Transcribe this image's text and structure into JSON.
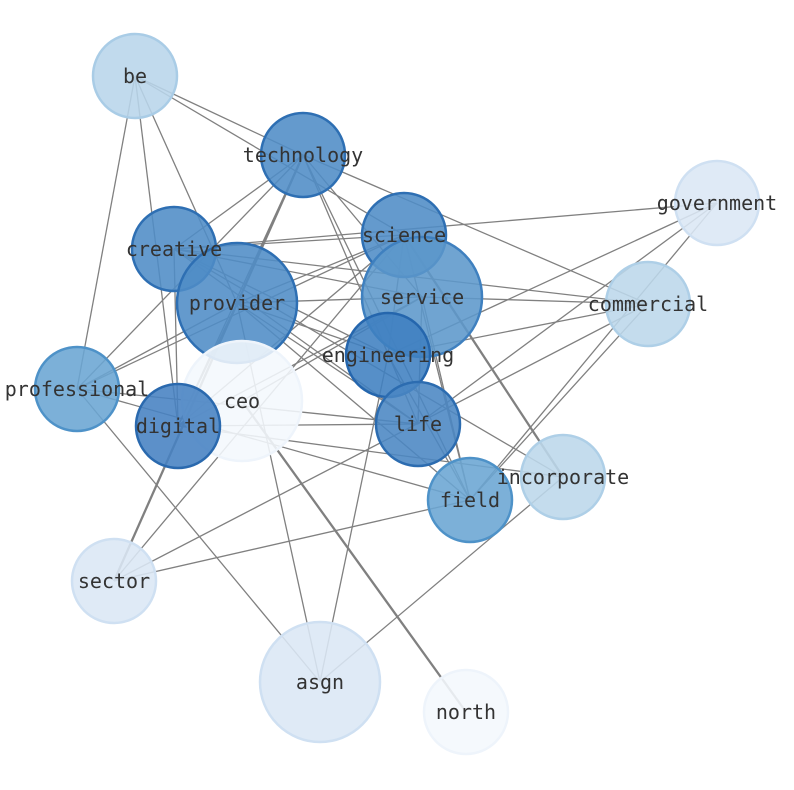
{
  "nodes": [
    {
      "id": "be",
      "label": "be",
      "fill": "#b8d5ea",
      "stroke": "#a9cce6"
    },
    {
      "id": "technology",
      "label": "technology",
      "fill": "#4f8cc6",
      "stroke": "#2e6fb3"
    },
    {
      "id": "government",
      "label": "government",
      "fill": "#dbe7f5",
      "stroke": "#cfe0f2"
    },
    {
      "id": "science",
      "label": "science",
      "fill": "#4f8cc6",
      "stroke": "#2e6fb3"
    },
    {
      "id": "creative",
      "label": "creative",
      "fill": "#4f8cc6",
      "stroke": "#2e6fb3"
    },
    {
      "id": "service",
      "label": "service",
      "fill": "#5c97cb",
      "stroke": "#3f80bf"
    },
    {
      "id": "provider",
      "label": "provider",
      "fill": "#4f8cc6",
      "stroke": "#2e6fb3"
    },
    {
      "id": "commercial",
      "label": "commercial",
      "fill": "#bcd7eb",
      "stroke": "#aecfe7"
    },
    {
      "id": "engineering",
      "label": "engineering",
      "fill": "#3f7fc0",
      "stroke": "#2566ad"
    },
    {
      "id": "professional",
      "label": "professional",
      "fill": "#6aa5d3",
      "stroke": "#4e92c8"
    },
    {
      "id": "ceo",
      "label": "ceo",
      "fill": "#f4f8fd",
      "stroke": "#eef4fb"
    },
    {
      "id": "digital",
      "label": "digital",
      "fill": "#4581c1",
      "stroke": "#2a69ae"
    },
    {
      "id": "life",
      "label": "life",
      "fill": "#4a86c3",
      "stroke": "#2c6cb0"
    },
    {
      "id": "incorporate",
      "label": "incorporate",
      "fill": "#bcd7eb",
      "stroke": "#aecfe7"
    },
    {
      "id": "field",
      "label": "field",
      "fill": "#6aa5d3",
      "stroke": "#4e92c8"
    },
    {
      "id": "sector",
      "label": "sector",
      "fill": "#dbe7f5",
      "stroke": "#cfe0f2"
    },
    {
      "id": "asgn",
      "label": "asgn",
      "fill": "#dbe7f5",
      "stroke": "#cfe0f2"
    },
    {
      "id": "north",
      "label": "north",
      "fill": "#f4f8fd",
      "stroke": "#eef4fb"
    }
  ],
  "edges": [
    [
      "be",
      "technology"
    ],
    [
      "be",
      "science"
    ],
    [
      "be",
      "digital"
    ],
    [
      "be",
      "professional"
    ],
    [
      "be",
      "provider"
    ],
    [
      "technology",
      "creative"
    ],
    [
      "technology",
      "professional"
    ],
    [
      "technology",
      "digital"
    ],
    [
      "technology",
      "service"
    ],
    [
      "technology",
      "life"
    ],
    [
      "technology",
      "field"
    ],
    [
      "technology",
      "commercial"
    ],
    [
      "technology",
      "sector"
    ],
    [
      "science",
      "provider"
    ],
    [
      "science",
      "creative"
    ],
    [
      "science",
      "sector"
    ],
    [
      "science",
      "digital"
    ],
    [
      "science",
      "engineering"
    ],
    [
      "science",
      "field"
    ],
    [
      "science",
      "incorporate"
    ],
    [
      "science",
      "professional"
    ],
    [
      "government",
      "creative"
    ],
    [
      "government",
      "engineering"
    ],
    [
      "government",
      "life"
    ],
    [
      "government",
      "field"
    ],
    [
      "creative",
      "service"
    ],
    [
      "creative",
      "life"
    ],
    [
      "creative",
      "incorporate"
    ],
    [
      "creative",
      "digital"
    ],
    [
      "creative",
      "commercial"
    ],
    [
      "creative",
      "engineering"
    ],
    [
      "provider",
      "service"
    ],
    [
      "provider",
      "life"
    ],
    [
      "provider",
      "field"
    ],
    [
      "provider",
      "engineering"
    ],
    [
      "provider",
      "digital"
    ],
    [
      "provider",
      "professional"
    ],
    [
      "provider",
      "asgn"
    ],
    [
      "service",
      "field"
    ],
    [
      "service",
      "life"
    ],
    [
      "service",
      "digital"
    ],
    [
      "service",
      "commercial"
    ],
    [
      "service",
      "ceo"
    ],
    [
      "commercial",
      "engineering"
    ],
    [
      "commercial",
      "sector"
    ],
    [
      "commercial",
      "field"
    ],
    [
      "engineering",
      "field"
    ],
    [
      "engineering",
      "asgn"
    ],
    [
      "professional",
      "field"
    ],
    [
      "professional",
      "asgn"
    ],
    [
      "professional",
      "life"
    ],
    [
      "digital",
      "life"
    ],
    [
      "digital",
      "incorporate"
    ],
    [
      "ceo",
      "north"
    ],
    [
      "field",
      "sector"
    ],
    [
      "incorporate",
      "asgn"
    ]
  ],
  "heavy_edges": [
    [
      "technology",
      "sector"
    ],
    [
      "science",
      "incorporate"
    ],
    [
      "ceo",
      "north"
    ]
  ]
}
